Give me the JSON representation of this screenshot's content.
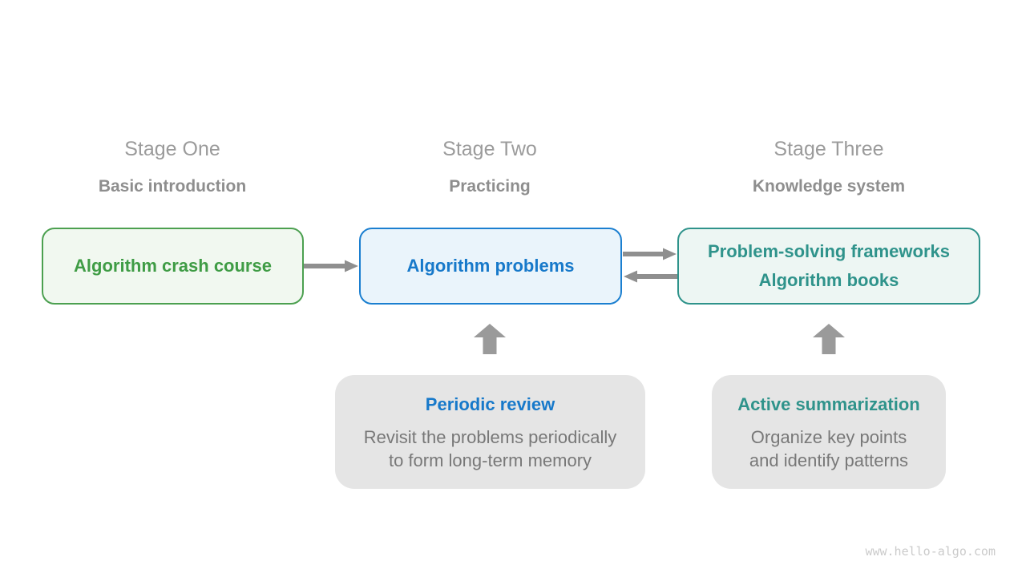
{
  "watermark": "www.hello-algo.com",
  "stages": [
    {
      "title": "Stage One",
      "subtitle": "Basic introduction",
      "box": {
        "lines": [
          "Algorithm crash course"
        ],
        "text_color": "#3f9c45",
        "border_color": "#4ca050",
        "bg_color": "#f1f8f0"
      }
    },
    {
      "title": "Stage Two",
      "subtitle": "Practicing",
      "box": {
        "lines": [
          "Algorithm problems"
        ],
        "text_color": "#1779ca",
        "border_color": "#1b7fd0",
        "bg_color": "#eaf4fb"
      }
    },
    {
      "title": "Stage Three",
      "subtitle": "Knowledge system",
      "box": {
        "lines": [
          "Problem-solving frameworks",
          "Algorithm books"
        ],
        "text_color": "#2f938b",
        "border_color": "#2f938b",
        "bg_color": "#edf6f3"
      }
    }
  ],
  "notes": [
    {
      "title": "Periodic review",
      "title_color": "#1779ca",
      "lines": [
        "Revisit the problems periodically",
        "to form long-term memory"
      ]
    },
    {
      "title": "Active summarization",
      "title_color": "#2f938b",
      "lines": [
        "Organize key points",
        "and identify patterns"
      ]
    }
  ],
  "connections": [
    {
      "from": "stage-one-box",
      "to": "stage-two-box",
      "type": "arrow-right"
    },
    {
      "from": "stage-two-box",
      "to": "stage-three-box",
      "type": "arrow-right"
    },
    {
      "from": "stage-three-box",
      "to": "stage-two-box",
      "type": "arrow-left"
    },
    {
      "from": "periodic-review-card",
      "to": "stage-two-box",
      "type": "arrow-up"
    },
    {
      "from": "active-summarization-card",
      "to": "stage-three-box",
      "type": "arrow-up"
    }
  ],
  "colors": {
    "background": "#ffffff",
    "stage_title": "#9b9b9b",
    "stage_subtitle": "#8e8e8e",
    "arrow": "#8f8f8f",
    "note_bg": "#e5e5e5",
    "note_text": "#787878",
    "watermark": "#cbcbcb"
  }
}
